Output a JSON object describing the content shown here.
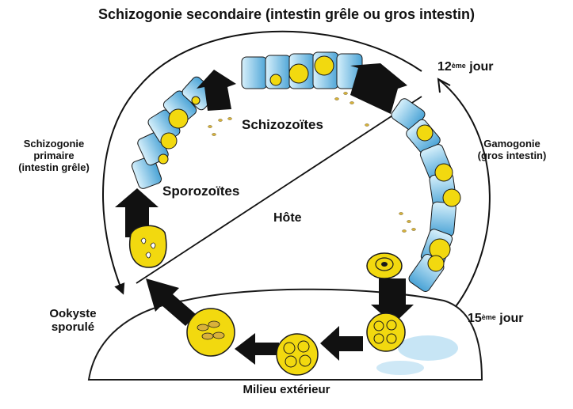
{
  "title": "Schizogonie secondaire (intestin grêle ou gros intestin)",
  "labels": {
    "schizozoites": "Schizozoïtes",
    "sporozoites": "Sporozoïtes",
    "hote": "Hôte",
    "schizogonie_primaire": "Schizogonie primaire (intestin grêle)",
    "gamogonie": "Gamogonie (gros intestin)",
    "ookyste_sporule": "Ookyste sporulé",
    "milieu_exterieur": "Milieu extérieur"
  },
  "day_12": {
    "number": "12",
    "superscript": "ème",
    "word": "jour"
  },
  "day_15": {
    "number": "15",
    "superscript": "ème",
    "word": "jour"
  },
  "colors": {
    "cell_blue": "#8fd0ee",
    "cell_blue_dark": "#4aa3d6",
    "parasite_yellow": "#f2d90f",
    "arrow_black": "#111111",
    "outline": "#1a1a1a",
    "water_blue": "#b9def2"
  },
  "icons": [
    "oocyst-icon",
    "arrow-icon",
    "epithelial-cell-icon"
  ]
}
